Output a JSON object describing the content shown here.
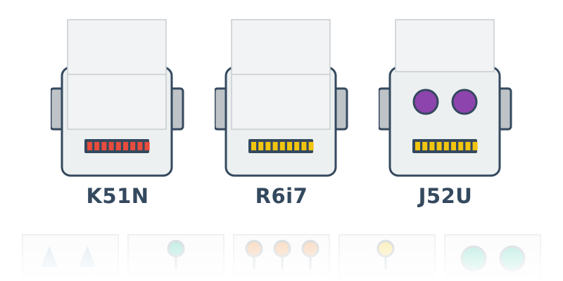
{
  "robots": [
    {
      "name": "K51N",
      "eyes": "none",
      "mouth_color": "#e74c3c",
      "has_paper": true
    },
    {
      "name": "R6i7",
      "eyes": "none",
      "mouth_color": "#f1c40f",
      "has_paper": true
    },
    {
      "name": "J52U",
      "eyes": "round",
      "eye_color": "#8e44ad",
      "mouth_color": "#f1c40f",
      "has_paper": true
    }
  ],
  "tray": {
    "options": [
      {
        "kind": "antennae-triangles"
      },
      {
        "kind": "single-bulb",
        "color": "#a3e4d7"
      },
      {
        "kind": "triple-bulb",
        "color": "#f5cba7"
      },
      {
        "kind": "single-bulb",
        "color": "#f9e79f"
      },
      {
        "kind": "double-bulb",
        "color": "#a3e4d7"
      }
    ]
  },
  "colors": {
    "outline": "#34495e",
    "body": "#ecf0f1",
    "ear": "#bdc3c7",
    "paper": "#f2f3f4",
    "paper_border": "#c8cdd0"
  }
}
